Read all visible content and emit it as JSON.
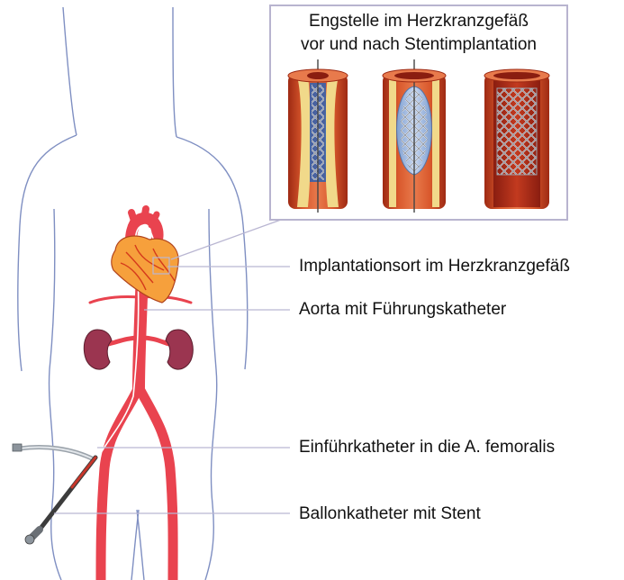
{
  "inset": {
    "title_line1": "Engstelle im Herzkranzgefäß",
    "title_line2": "vor und nach Stentimplantation",
    "panels": [
      "stent-on-deflated-balloon",
      "stent-on-inflated-balloon",
      "expanded-stent"
    ]
  },
  "labels": {
    "implant_site": "Implantationsort im Herzkranzgefäß",
    "aorta": "Aorta mit Führungskatheter",
    "sheath": "Einführkatheter in die A. femoralis",
    "balloon": "Ballonkatheter mit Stent"
  },
  "colors": {
    "body_outline": "#7f8fc2",
    "artery": "#e9434f",
    "heart": "#f6a03c",
    "kidney": "#9b3550",
    "inset_border": "#b8b4cf",
    "leader_line": "#b9b6d2",
    "vessel_wall": "#c4451f",
    "plaque": "#f1d98a",
    "stent": "#9aa0aa"
  }
}
